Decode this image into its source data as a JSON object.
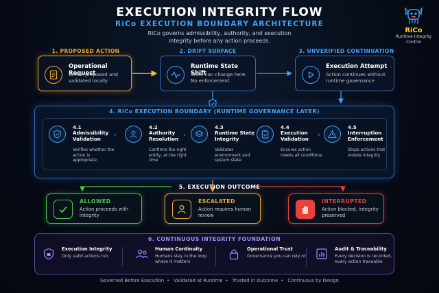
{
  "header": {
    "title": "EXECUTION INTEGRITY FLOW",
    "subtitle": "RiCo EXECUTION BOUNDARY ARCHITECTURE",
    "intro": "RiCo governs admissibility, authority, and execution integrity before any action proceeds."
  },
  "logo": {
    "name": "RiCo",
    "tagline": "Runtime Integrity Control",
    "icon": "robot-dog-icon"
  },
  "stages": [
    {
      "label": "1. PROPOSED ACTION",
      "heading": "Operational Request",
      "desc": "Action proposed and validated locally",
      "icon": "document-icon",
      "color": "#f0a830"
    },
    {
      "label": "2. DRIFT SURFACE",
      "heading": "Runtime State Shift",
      "desc": "State can change here. No enforcement.",
      "icon": "pulse-icon",
      "color": "#3fa2ff"
    },
    {
      "label": "3. UNVERIFIED CONTINUATION",
      "heading": "Execution Attempt",
      "desc": "Action continues without runtime governance",
      "icon": "play-icon",
      "color": "#3fa2ff"
    }
  ],
  "boundary": {
    "title": "4. RiCo EXECUTION BOUNDARY (RUNTIME GOVERNANCE LAYER)",
    "steps": [
      {
        "num": "4.1",
        "name": "Admissibility Validation",
        "desc": "Verifies whether the action is appropriate",
        "icon": "shield-check-icon"
      },
      {
        "num": "4.2",
        "name": "Authority Resolution",
        "desc": "Confirms the right entity, at the right time",
        "icon": "user-icon"
      },
      {
        "num": "4.3",
        "name": "Runtime State Integrity",
        "desc": "Validates environment and system state",
        "icon": "layers-icon"
      },
      {
        "num": "4.4",
        "name": "Execution Validation",
        "desc": "Ensures action meets all conditions",
        "icon": "clipboard-check-icon"
      },
      {
        "num": "4.5",
        "name": "Interruption Enforcement",
        "desc": "Stops actions that violate integrity",
        "icon": "warning-icon"
      }
    ]
  },
  "outcome": {
    "title": "5. EXECUTION OUTCOME",
    "items": [
      {
        "status": "ALLOWED",
        "desc": "Action proceeds with integrity",
        "icon": "check-icon",
        "color": "#4cc94a"
      },
      {
        "status": "ESCALATED",
        "desc": "Action requires human review",
        "icon": "person-icon",
        "color": "#f0a830"
      },
      {
        "status": "INTERRUPTED",
        "desc": "Action blocked, integrity preserved",
        "icon": "stop-hand-icon",
        "color": "#e8423a"
      }
    ]
  },
  "foundation": {
    "title": "6. CONTINUOUS INTEGRITY FOUNDATION",
    "items": [
      {
        "heading": "Execution Integrity",
        "desc": "Only valid actions run",
        "icon": "shield-lock-icon"
      },
      {
        "heading": "Human Continuity",
        "desc": "Humans stay in the loop where it matters",
        "icon": "people-icon"
      },
      {
        "heading": "Operational Trust",
        "desc": "Governance you can rely on",
        "icon": "lock-icon"
      },
      {
        "heading": "Audit & Traceability",
        "desc": "Every decision is recorded, every action traceable",
        "icon": "chart-icon"
      }
    ]
  },
  "footer": [
    "Governed Before Execution",
    "Validated at Runtime",
    "Trusted in Outcome",
    "Continuous by Design"
  ]
}
